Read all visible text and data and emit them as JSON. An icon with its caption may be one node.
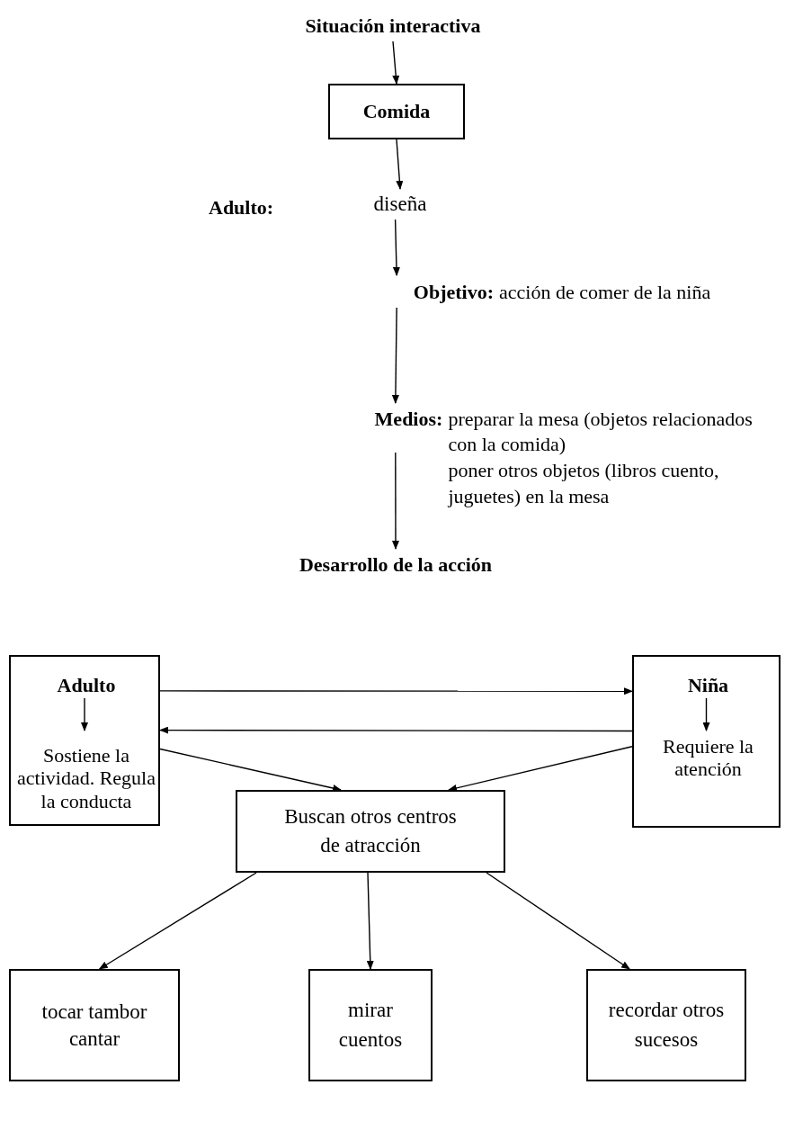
{
  "diagram": {
    "nodes": [
      {
        "text": [
          "Situación interactiva"
        ]
      },
      {
        "text": [
          "Comida"
        ]
      },
      {
        "text": [
          "diseña"
        ]
      },
      {
        "text": [
          "Objetivo:",
          "acción de comer de la niña"
        ]
      },
      {
        "text": [
          "Medios:",
          "preparar la mesa (objetos relacionados con la comida)",
          "poner otros objetos (libros cuento, juguetes) en la mesa"
        ]
      },
      {
        "text": [
          "Desarrollo de la acción"
        ]
      },
      {
        "text": [],
        "shape": "box"
      },
      {
        "text": [
          "Adulto"
        ],
        "in": 6
      },
      {
        "text": [
          "Sostiene la actividad. Regula la conducta"
        ],
        "in": 6
      },
      {
        "text": [],
        "shape": "box"
      },
      {
        "text": [
          "Niña"
        ],
        "in": 9
      },
      {
        "text": [
          "Requiere la atención"
        ],
        "in": 9
      },
      {
        "text": [
          "Buscan otros centros de atracción"
        ]
      },
      {
        "text": [
          "tocar tambor",
          "cantar"
        ]
      },
      {
        "text": [
          "mirar cuentos"
        ]
      },
      {
        "text": [
          "recordar otros sucesos"
        ]
      }
    ],
    "edges": [
      {
        "from": 0,
        "to": 1,
        "arrow": "to"
      },
      {
        "from": 1,
        "to": 2,
        "arrow": "to"
      },
      {
        "from": 2,
        "to": 3,
        "arrow": "to"
      },
      {
        "from": 3,
        "to": 4,
        "arrow": "to"
      },
      {
        "from": 4,
        "to": 5,
        "arrow": "to"
      },
      {
        "from": 7,
        "to": 8,
        "arrow": "to"
      },
      {
        "from": 10,
        "to": 11,
        "arrow": "to"
      },
      {
        "from": 6,
        "to": 9,
        "arrow": "to"
      },
      {
        "from": 9,
        "to": 6,
        "arrow": "to"
      },
      {
        "from": 6,
        "to": 12,
        "arrow": "to"
      },
      {
        "from": 9,
        "to": 12,
        "arrow": "to"
      },
      {
        "from": 12,
        "to": 13,
        "arrow": "to"
      },
      {
        "from": 12,
        "to": 14,
        "arrow": "to"
      },
      {
        "from": 12,
        "to": 15,
        "arrow": "to"
      }
    ],
    "labels": [
      "Adulto:"
    ]
  }
}
